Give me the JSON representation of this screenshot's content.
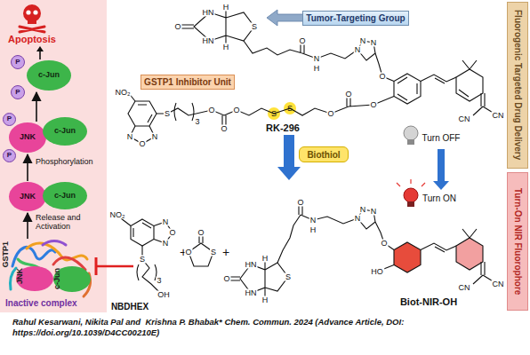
{
  "diagram": {
    "caption": "Rahul Kesarwani, Nikita Pal and  Krishna P. Bhabak* Chem. Commun. 2024 (Advance Article, DOI: https://doi.org/10.1039/D4CC00210E)",
    "nodes": [
      {
        "text": [
          "Tumor-Targeting Group"
        ]
      },
      {
        "text": [
          "GSTP1 Inhibitor Unit"
        ]
      },
      {
        "text": [
          "Biothiol"
        ]
      },
      {
        "text": [
          "Fluorogenic Targeted Drug Delivery"
        ]
      },
      {
        "text": [
          "Turn-On NIR Fluorophore"
        ]
      },
      {
        "text": [
          "c-Jun"
        ]
      },
      {
        "text": [
          "P"
        ]
      },
      {
        "text": [
          "P"
        ]
      },
      {
        "text": [
          "JNK"
        ]
      },
      {
        "text": [
          "c-Jun"
        ]
      },
      {
        "text": [
          "P"
        ]
      },
      {
        "text": [
          "P"
        ]
      },
      {
        "text": [
          "JNK"
        ]
      },
      {
        "text": [
          "c-Jun"
        ]
      },
      {
        "text": [
          "GSTP1",
          "Inactive complex"
        ]
      },
      {
        "text": [
          "JNK"
        ],
        "in": 14
      },
      {
        "text": [
          "c-Jun"
        ],
        "in": 14
      }
    ],
    "edges": [
      {
        "from": 14,
        "to": 12,
        "arrow": "to",
        "label": "Release and Activation"
      },
      {
        "from": 12,
        "to": 8,
        "arrow": "to",
        "label": "Phosphorylation"
      },
      {
        "from": 8,
        "to": 5,
        "arrow": "to"
      }
    ],
    "labels": [
      "Apoptosis",
      "RK-296",
      "Turn OFF",
      "Turn ON",
      "NBDHEX",
      "Biot-NIR-OH",
      "+",
      "+",
      "H",
      "HN",
      "O",
      "HN",
      "H",
      "S",
      "O",
      "N",
      "H",
      "N",
      "N",
      "N",
      "O",
      "O",
      "CN",
      "CN",
      "NO₂",
      "N",
      "O",
      "N",
      "S",
      "3",
      "O",
      "O",
      "O",
      "S",
      "S",
      "O",
      "O",
      "NO₂",
      "N",
      "O",
      "N",
      "S",
      "3",
      "OH",
      "O",
      "S",
      "O",
      "HN",
      "O",
      "HN",
      "H",
      "H",
      "S",
      "O",
      "N",
      "H",
      "N",
      "N",
      "N",
      "O",
      "HO",
      "CN",
      "CN"
    ]
  }
}
